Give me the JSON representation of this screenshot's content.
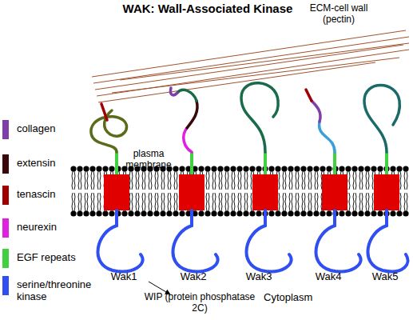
{
  "diagram": {
    "title": "WAK: Wall-Associated Kinase",
    "labels": [
      "ECM-cell wall (pectin)",
      "plasma membrane",
      "Wak1",
      "Wak2",
      "Wak3",
      "Wak4",
      "Wak5",
      "WIP (protein phosphatase 2C)",
      "Cytoplasm"
    ],
    "legend": [
      {
        "text": "collagen",
        "color": "#7f3fa8"
      },
      {
        "text": "extensin",
        "color": "#3a0808"
      },
      {
        "text": "tenascin",
        "color": "#a00000"
      },
      {
        "text": "neurexin",
        "color": "#e020e0"
      },
      {
        "text": "EGF repeats",
        "color": "#40d040"
      },
      {
        "text": "serine/threonine kinase",
        "color": "#2f4ff0"
      }
    ]
  }
}
